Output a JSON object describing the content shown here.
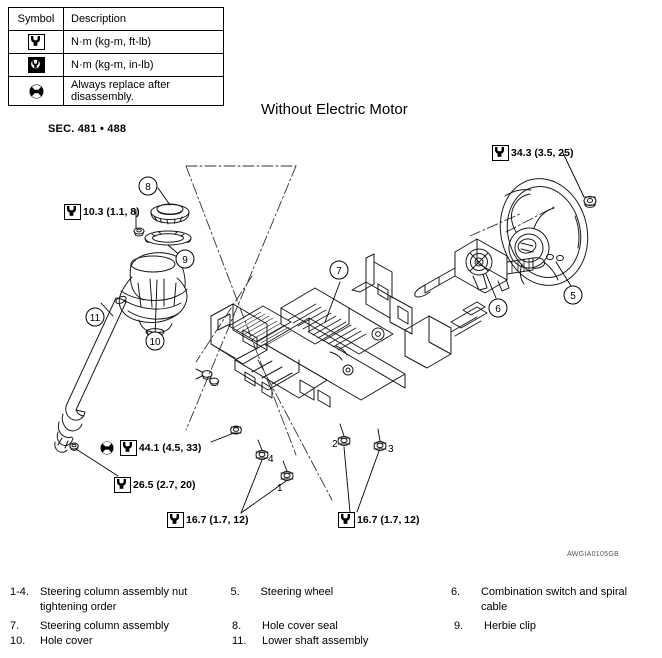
{
  "symbol_table": {
    "headers": [
      "Symbol",
      "Description"
    ],
    "rows": [
      {
        "symbol": "wrench-torque-icon",
        "description": "N·m (kg-m, ft-lb)"
      },
      {
        "symbol": "wrench-torque-inverse-icon",
        "description": "N·m (kg-m, in-lb)"
      },
      {
        "symbol": "replace-after-disassembly-icon",
        "description": "Always replace after disassembly."
      }
    ]
  },
  "title": "Without Electric Motor",
  "section": "SEC. 481 • 488",
  "drawing_code": "AWGIA0105GB",
  "torque_callouts": [
    {
      "id": "torque-10-3",
      "symbol": "wrench-torque-icon",
      "value": "10.3 (1.1, 8)",
      "replace": false
    },
    {
      "id": "torque-34-3",
      "symbol": "wrench-torque-icon",
      "value": "34.3 (3.5, 25)",
      "replace": false
    },
    {
      "id": "torque-44-1",
      "symbol": "wrench-torque-icon",
      "value": "44.1 (4.5, 33)",
      "replace": true
    },
    {
      "id": "torque-26-5",
      "symbol": "wrench-torque-icon",
      "value": "26.5 (2.7, 20)",
      "replace": false
    },
    {
      "id": "torque-16-7-left",
      "symbol": "wrench-torque-icon",
      "value": "16.7 (1.7, 12)",
      "replace": false
    },
    {
      "id": "torque-16-7-right",
      "symbol": "wrench-torque-icon",
      "value": "16.7 (1.7, 12)",
      "replace": false
    }
  ],
  "part_callouts": [
    {
      "n": "1"
    },
    {
      "n": "2"
    },
    {
      "n": "3"
    },
    {
      "n": "4"
    },
    {
      "n": "5"
    },
    {
      "n": "6"
    },
    {
      "n": "7"
    },
    {
      "n": "8"
    },
    {
      "n": "9"
    },
    {
      "n": "10"
    },
    {
      "n": "11"
    }
  ],
  "legend": {
    "items": [
      {
        "num": "1-4.",
        "text": "Steering column assembly nut tightening order"
      },
      {
        "num": "5.",
        "text": "Steering wheel"
      },
      {
        "num": "6.",
        "text": "Combination switch and spiral cable"
      },
      {
        "num": "7.",
        "text": "Steering column assembly"
      },
      {
        "num": "8.",
        "text": "Hole cover seal"
      },
      {
        "num": "9.",
        "text": "Herbie clip"
      },
      {
        "num": "10.",
        "text": "Hole cover"
      },
      {
        "num": "11.",
        "text": "Lower shaft assembly"
      }
    ]
  }
}
